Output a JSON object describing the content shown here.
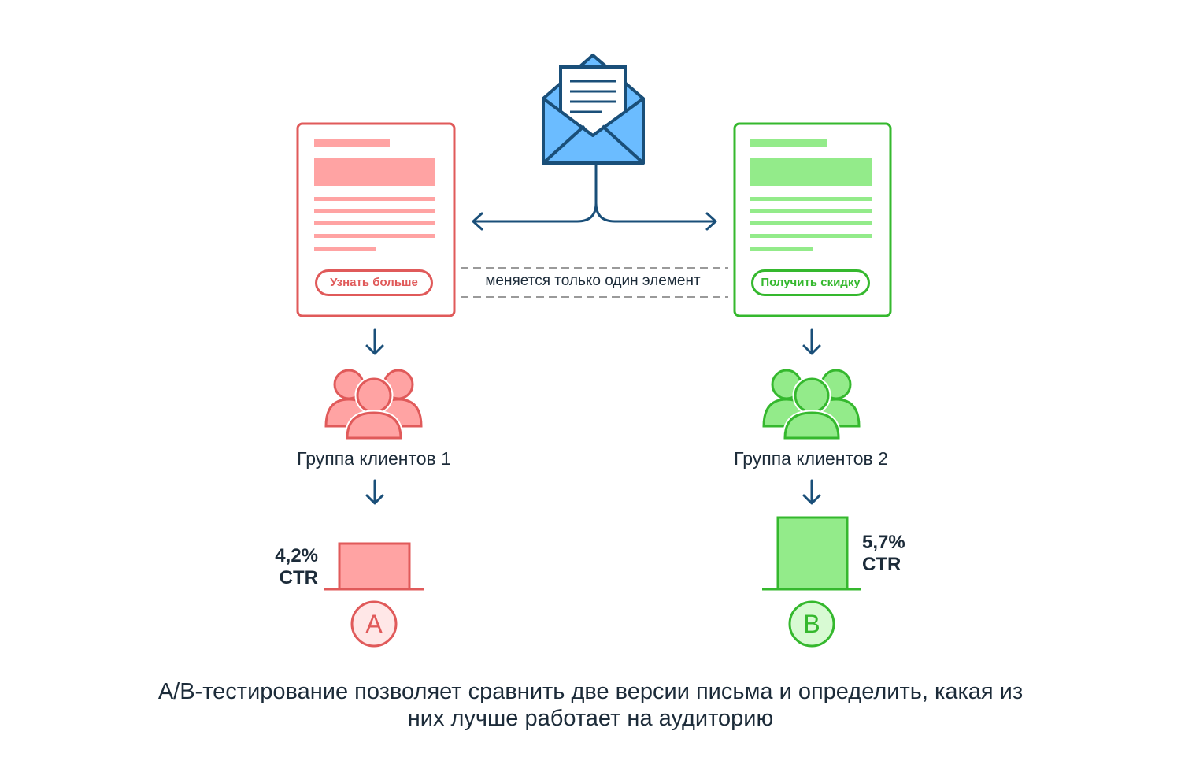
{
  "variant_a": {
    "button_label": "Узнать больше",
    "group_label": "Группа клиентов 1",
    "ctr_value": "4,2%",
    "ctr_unit": "CTR",
    "letter": "A",
    "color": "#e05a5a",
    "fill": "#ffa3a3"
  },
  "variant_b": {
    "button_label": "Получить скидку",
    "group_label": "Группа клиентов 2",
    "ctr_value": "5,7%",
    "ctr_unit": "CTR",
    "letter": "B",
    "color": "#35b82e",
    "fill": "#93eb8a"
  },
  "diff_note": "меняется только один элемент",
  "caption": "A/B-тестирование позволяет сравнить две версии письма и определить, какая из них лучше работает на аудиторию",
  "envelope": {
    "icon": "envelope-open-icon",
    "stroke": "#1a4f79",
    "fill": "#6bbcff"
  },
  "arrow_color": "#1a4f79"
}
